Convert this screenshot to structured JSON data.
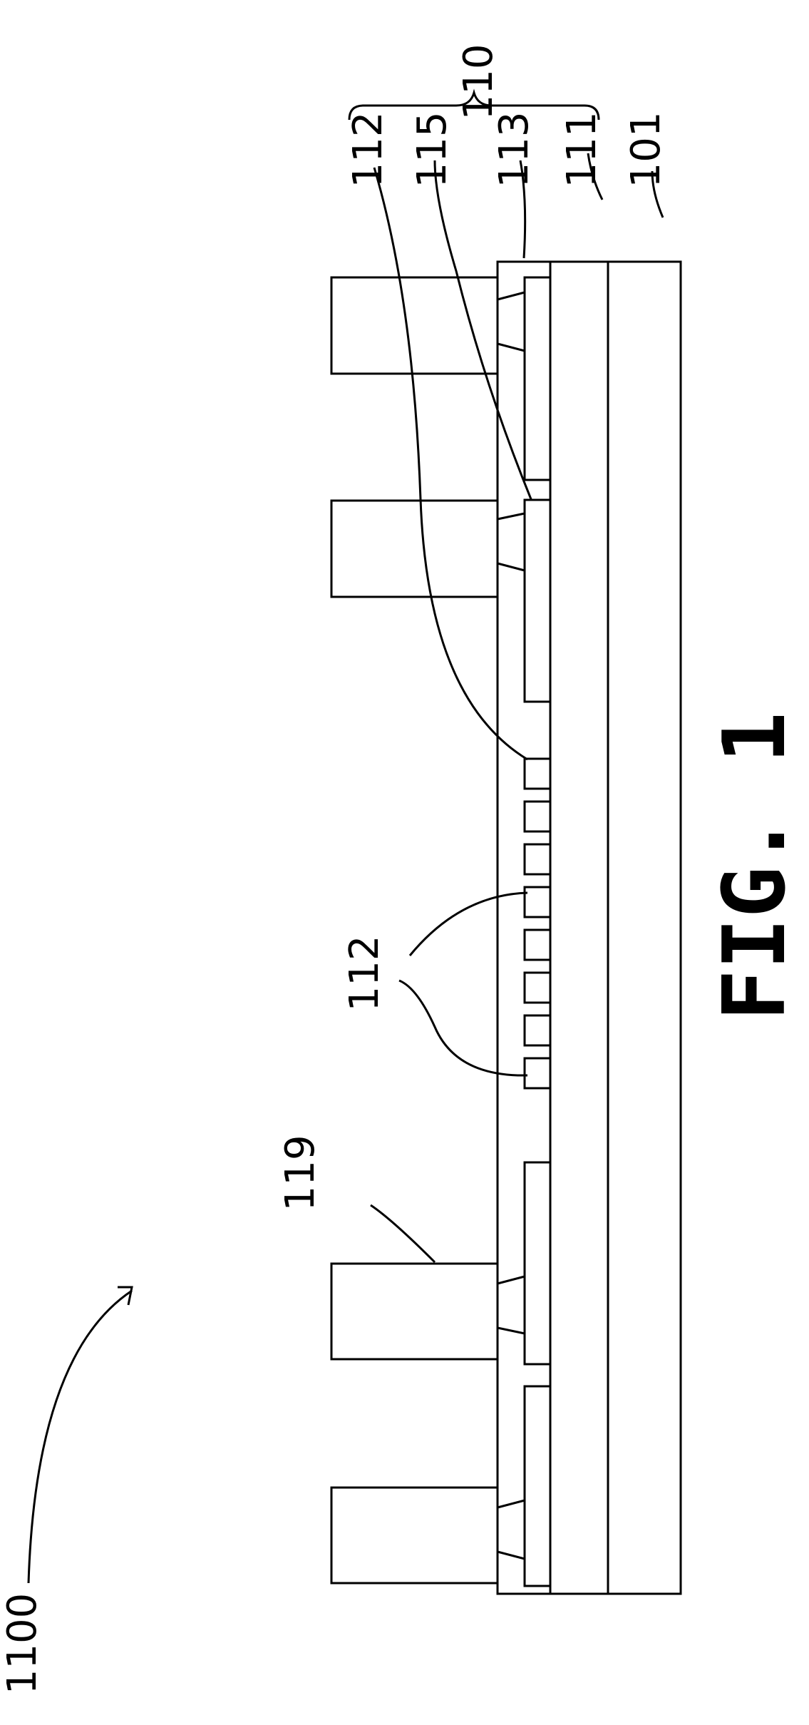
{
  "labels": {
    "assembly": "1100",
    "stack_group": "110",
    "substrate": "101",
    "layer_111": "111",
    "layer_113": "113",
    "layer_115": "115",
    "layer_112_top": "112",
    "layer_112_group": "112",
    "bump": "119"
  },
  "caption": "FIG. 1"
}
